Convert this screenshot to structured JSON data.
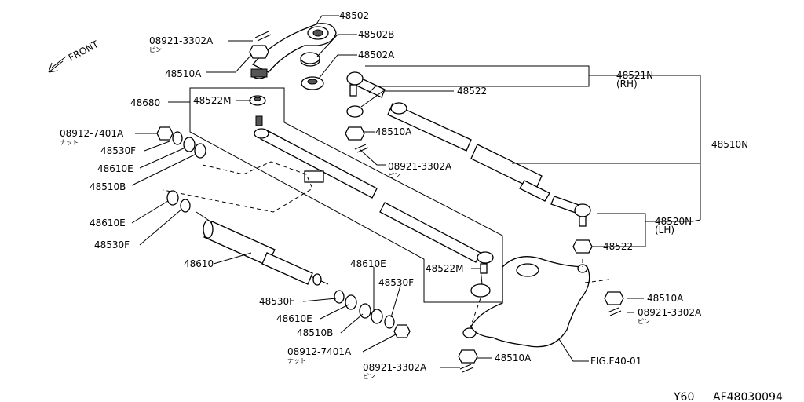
{
  "diagram": {
    "front_label": "FRONT",
    "footer": {
      "model": "Y60",
      "code": "AF48030094"
    },
    "labels": {
      "l48502": "48502",
      "l48502B": "48502B",
      "l48502A": "48502A",
      "pin_top": "08921-3302A",
      "pin_top_jp": "ピン",
      "nut_top": "48510A",
      "l48521N": "48521N",
      "l48521N_sub": "(RH)",
      "l48522_top": "48522",
      "l48510N": "48510N",
      "l48680": "48680",
      "l48522M_top": "48522M",
      "nut_08912_left": "08912-7401A",
      "nut_08912_left_jp": "ナット",
      "l48530F_left1": "48530F",
      "l48610E_left1": "48610E",
      "l48510B_left": "48510B",
      "nut_mid": "48510A",
      "pin_mid": "08921-3302A",
      "pin_mid_jp": "ピン",
      "l48610E_left2": "48610E",
      "l48530F_left2": "48530F",
      "l48610": "48610",
      "l48522M_bot": "48522M",
      "l48520N": "48520N",
      "l48520N_sub": "(LH)",
      "l48522_right": "48522",
      "nut_right": "48510A",
      "pin_right": "08921-3302A",
      "pin_right_jp": "ピン",
      "l48610E_bot": "48610E",
      "l48530F_bot": "48530F",
      "l48530F_bot2": "48530F",
      "l48610E_bot2": "48610E",
      "l48510B_bot": "48510B",
      "nut_08912_bot": "08912-7401A",
      "nut_08912_bot_jp": "ナット",
      "pin_bot": "08921-3302A",
      "pin_bot_jp": "ピン",
      "nut_bot": "48510A",
      "fig_ref": "FIG.F40-01"
    }
  }
}
